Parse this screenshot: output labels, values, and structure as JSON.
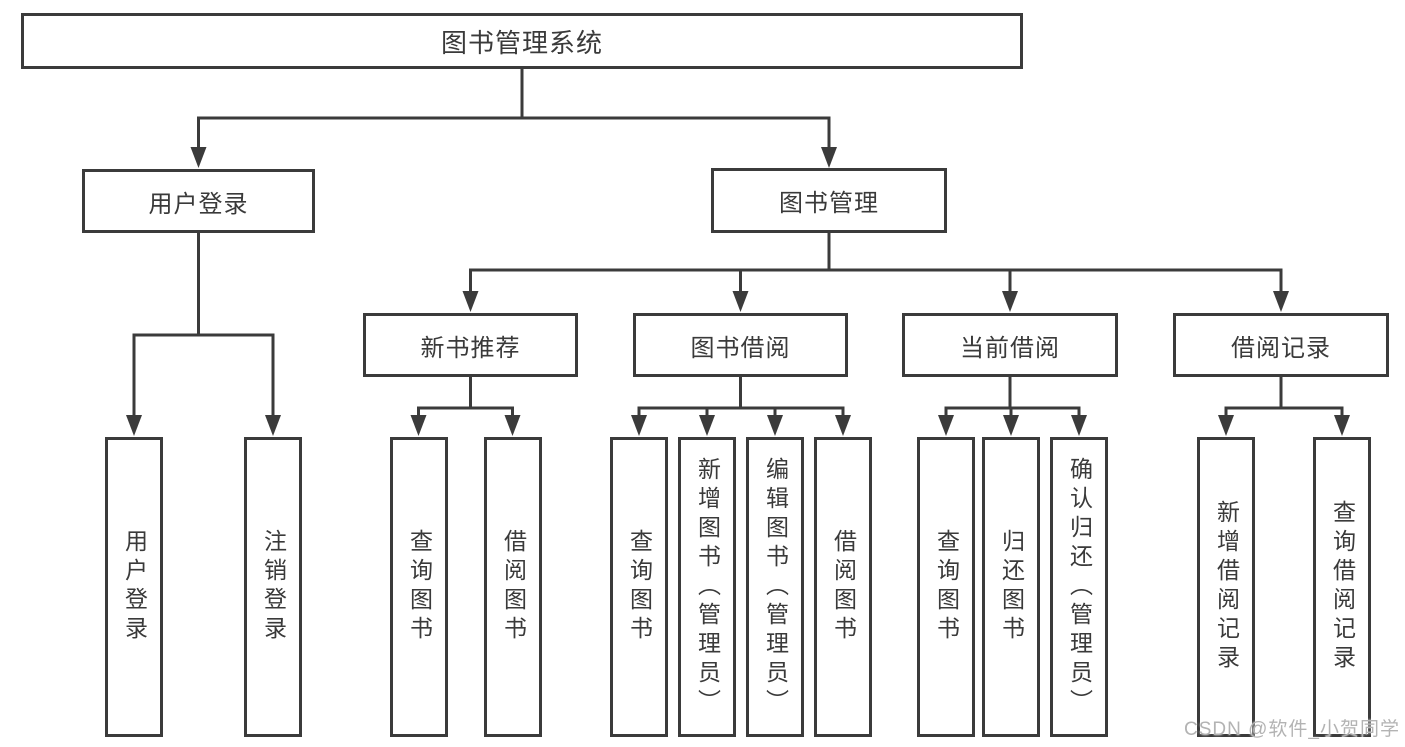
{
  "diagram": {
    "root": {
      "label": "图书管理系统"
    },
    "level2": [
      {
        "label": "用户登录",
        "children": [
          {
            "label": "用户登录"
          },
          {
            "label": "注销登录"
          }
        ]
      },
      {
        "label": "图书管理",
        "children": [
          {
            "label": "新书推荐",
            "children": [
              {
                "label": "查询图书"
              },
              {
                "label": "借阅图书"
              }
            ]
          },
          {
            "label": "图书借阅",
            "children": [
              {
                "label": "查询图书"
              },
              {
                "label": "新增图书（管理员）"
              },
              {
                "label": "编辑图书（管理员）"
              },
              {
                "label": "借阅图书"
              }
            ]
          },
          {
            "label": "当前借阅",
            "children": [
              {
                "label": "查询图书"
              },
              {
                "label": "归还图书"
              },
              {
                "label": "确认归还（管理员）"
              }
            ]
          },
          {
            "label": "借阅记录",
            "children": [
              {
                "label": "新增借阅记录"
              },
              {
                "label": "查询借阅记录"
              }
            ]
          }
        ]
      }
    ]
  },
  "watermark": {
    "text": "CSDN @软件_小贺同学"
  },
  "colors": {
    "line": "#3b3b3b",
    "box_border": "#3b3b3b",
    "text": "#3a3a3a",
    "watermark": "#b3b3b3",
    "background": "#ffffff"
  }
}
